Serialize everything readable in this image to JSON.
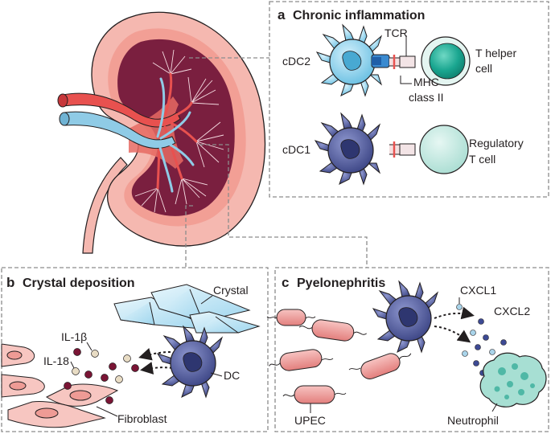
{
  "panels": {
    "a": {
      "letter": "a",
      "title": "Chronic inflammation",
      "labels": {
        "tcr": "TCR",
        "cdc2": "cDC2",
        "mhc_line1": "MHC",
        "mhc_line2": "class II",
        "t_helper_line1": "T helper",
        "t_helper_line2": "cell",
        "cdc1": "cDC1",
        "treg_line1": "Regulatory",
        "treg_line2": "T cell"
      }
    },
    "b": {
      "letter": "b",
      "title": "Crystal deposition",
      "labels": {
        "crystal": "Crystal",
        "il1b": "IL-1β",
        "il18": "IL-18",
        "dc": "DC",
        "fibroblast": "Fibroblast"
      }
    },
    "c": {
      "letter": "c",
      "title": "Pyelonephritis",
      "labels": {
        "cxcl1": "CXCL1",
        "cxcl2": "CXCL2",
        "upec": "UPEC",
        "neutrophil": "Neutrophil"
      }
    }
  },
  "colors": {
    "kidney_outer": "#f5b8b0",
    "kidney_cortex": "#f4a59b",
    "kidney_medulla": "#7a1f3f",
    "artery": "#e8514f",
    "vein": "#8fcbe6",
    "cdc2": "#8fd0ea",
    "cdc1_dc": "#5560a2",
    "t_helper": "#1aa690",
    "treg": "#bde7df",
    "fibroblast": "#f7c6c1",
    "bacteria": "#ef9d9a",
    "neutrophil": "#a7dfd3",
    "cytokine_dark": "#7a1535",
    "cytokine_light": "#e8dcc4",
    "panel_border": "#8c8c8c"
  }
}
